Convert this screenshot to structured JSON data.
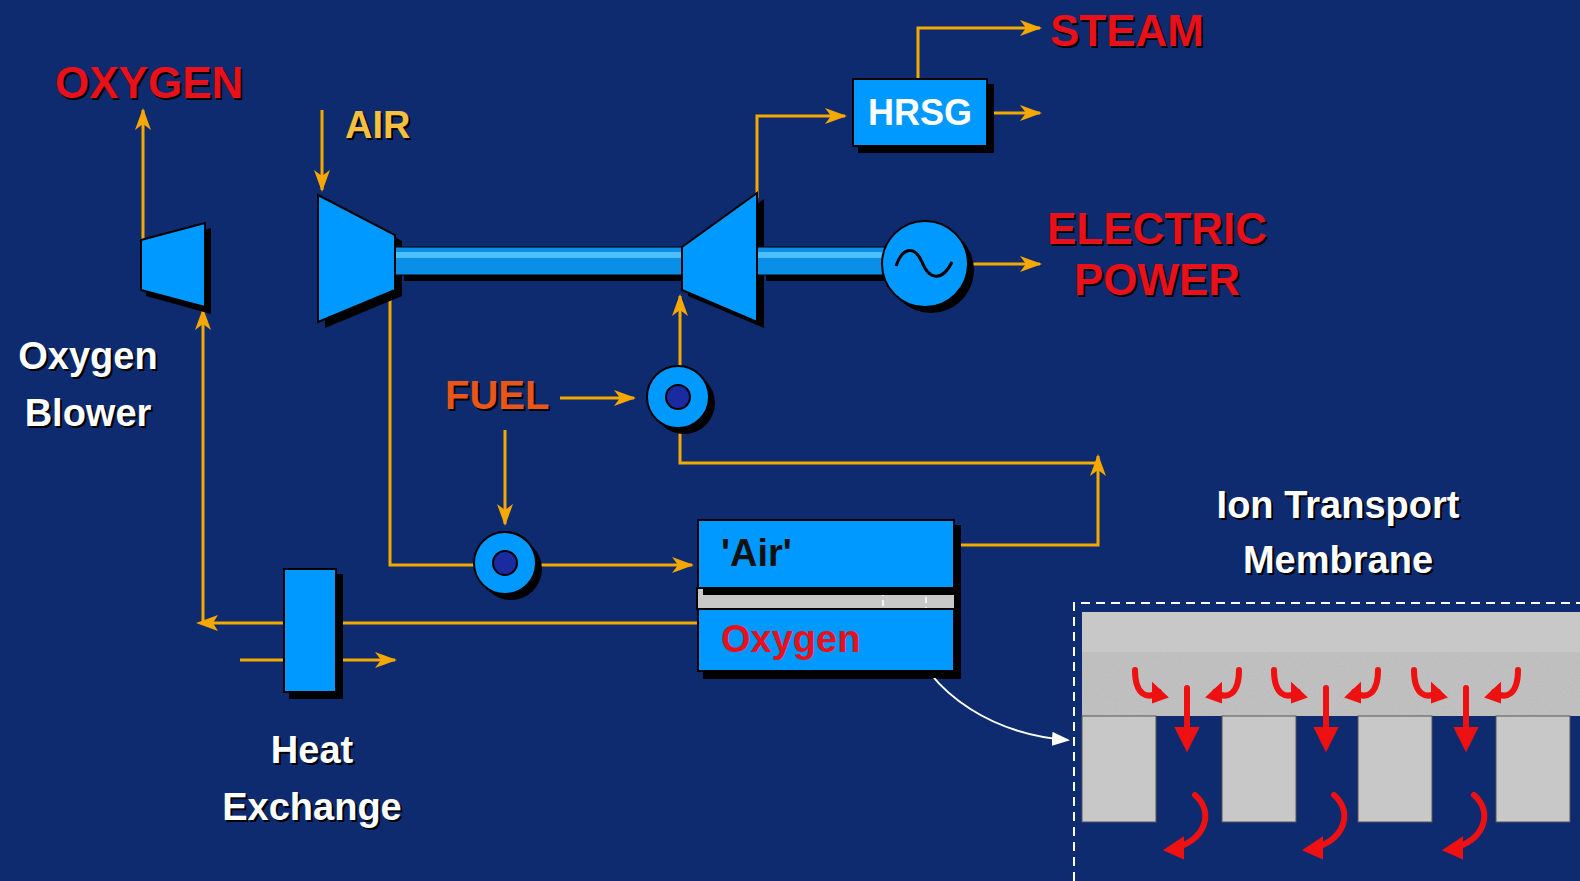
{
  "diagram": {
    "nodes": [
      {
        "text": [
          "HRSG"
        ]
      },
      {
        "text": [
          "Oxygen Blower"
        ]
      },
      {
        "text": [
          "'Air'"
        ]
      },
      {
        "text": [
          "Oxygen"
        ]
      },
      {
        "text": [
          "Heat Exchange"
        ]
      }
    ],
    "edges": [
      {
        "from": 3,
        "to": 4,
        "arrow": "none"
      },
      {
        "from": 4,
        "to": 1,
        "arrow": "to"
      }
    ],
    "labels": [
      "OXYGEN",
      "AIR",
      "STEAM",
      "ELECTRIC POWER",
      "FUEL",
      "Ion Transport Membrane"
    ]
  }
}
